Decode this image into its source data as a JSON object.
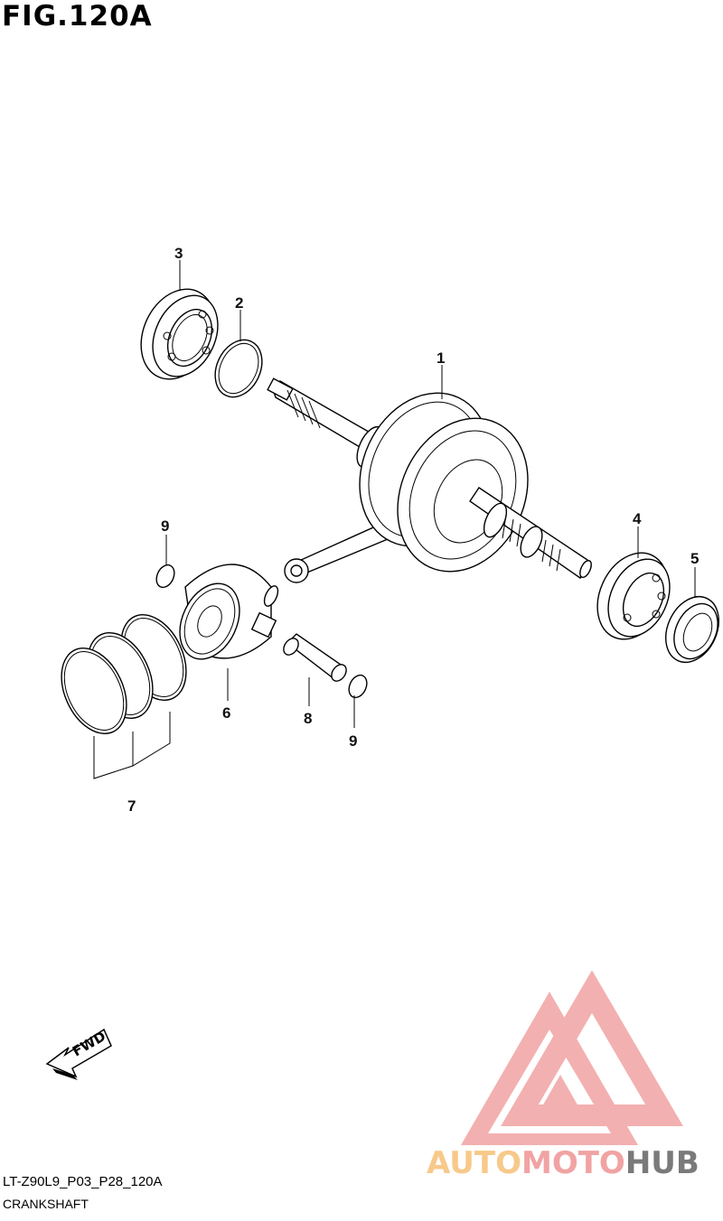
{
  "figure": {
    "title": "FIG.120A"
  },
  "callouts": {
    "p1": "1",
    "p2": "2",
    "p3": "3",
    "p4": "4",
    "p5": "5",
    "p6": "6",
    "p7": "7",
    "p8": "8",
    "p9a": "9",
    "p9b": "9"
  },
  "direction": {
    "label": "FWD",
    "icon": "arrow-fwd-icon"
  },
  "footer": {
    "code": "LT-Z90L9_P03_P28_120A",
    "caption": "CRANKSHAFT"
  },
  "watermark": {
    "part1": "AUTO",
    "part2": "MOTO",
    "part3": "HUB",
    "colors": {
      "auto": "#f7c98a",
      "moto": "#f1a3a3",
      "hub": "#7a7a7a",
      "triangle": "#f1a3a3"
    }
  }
}
